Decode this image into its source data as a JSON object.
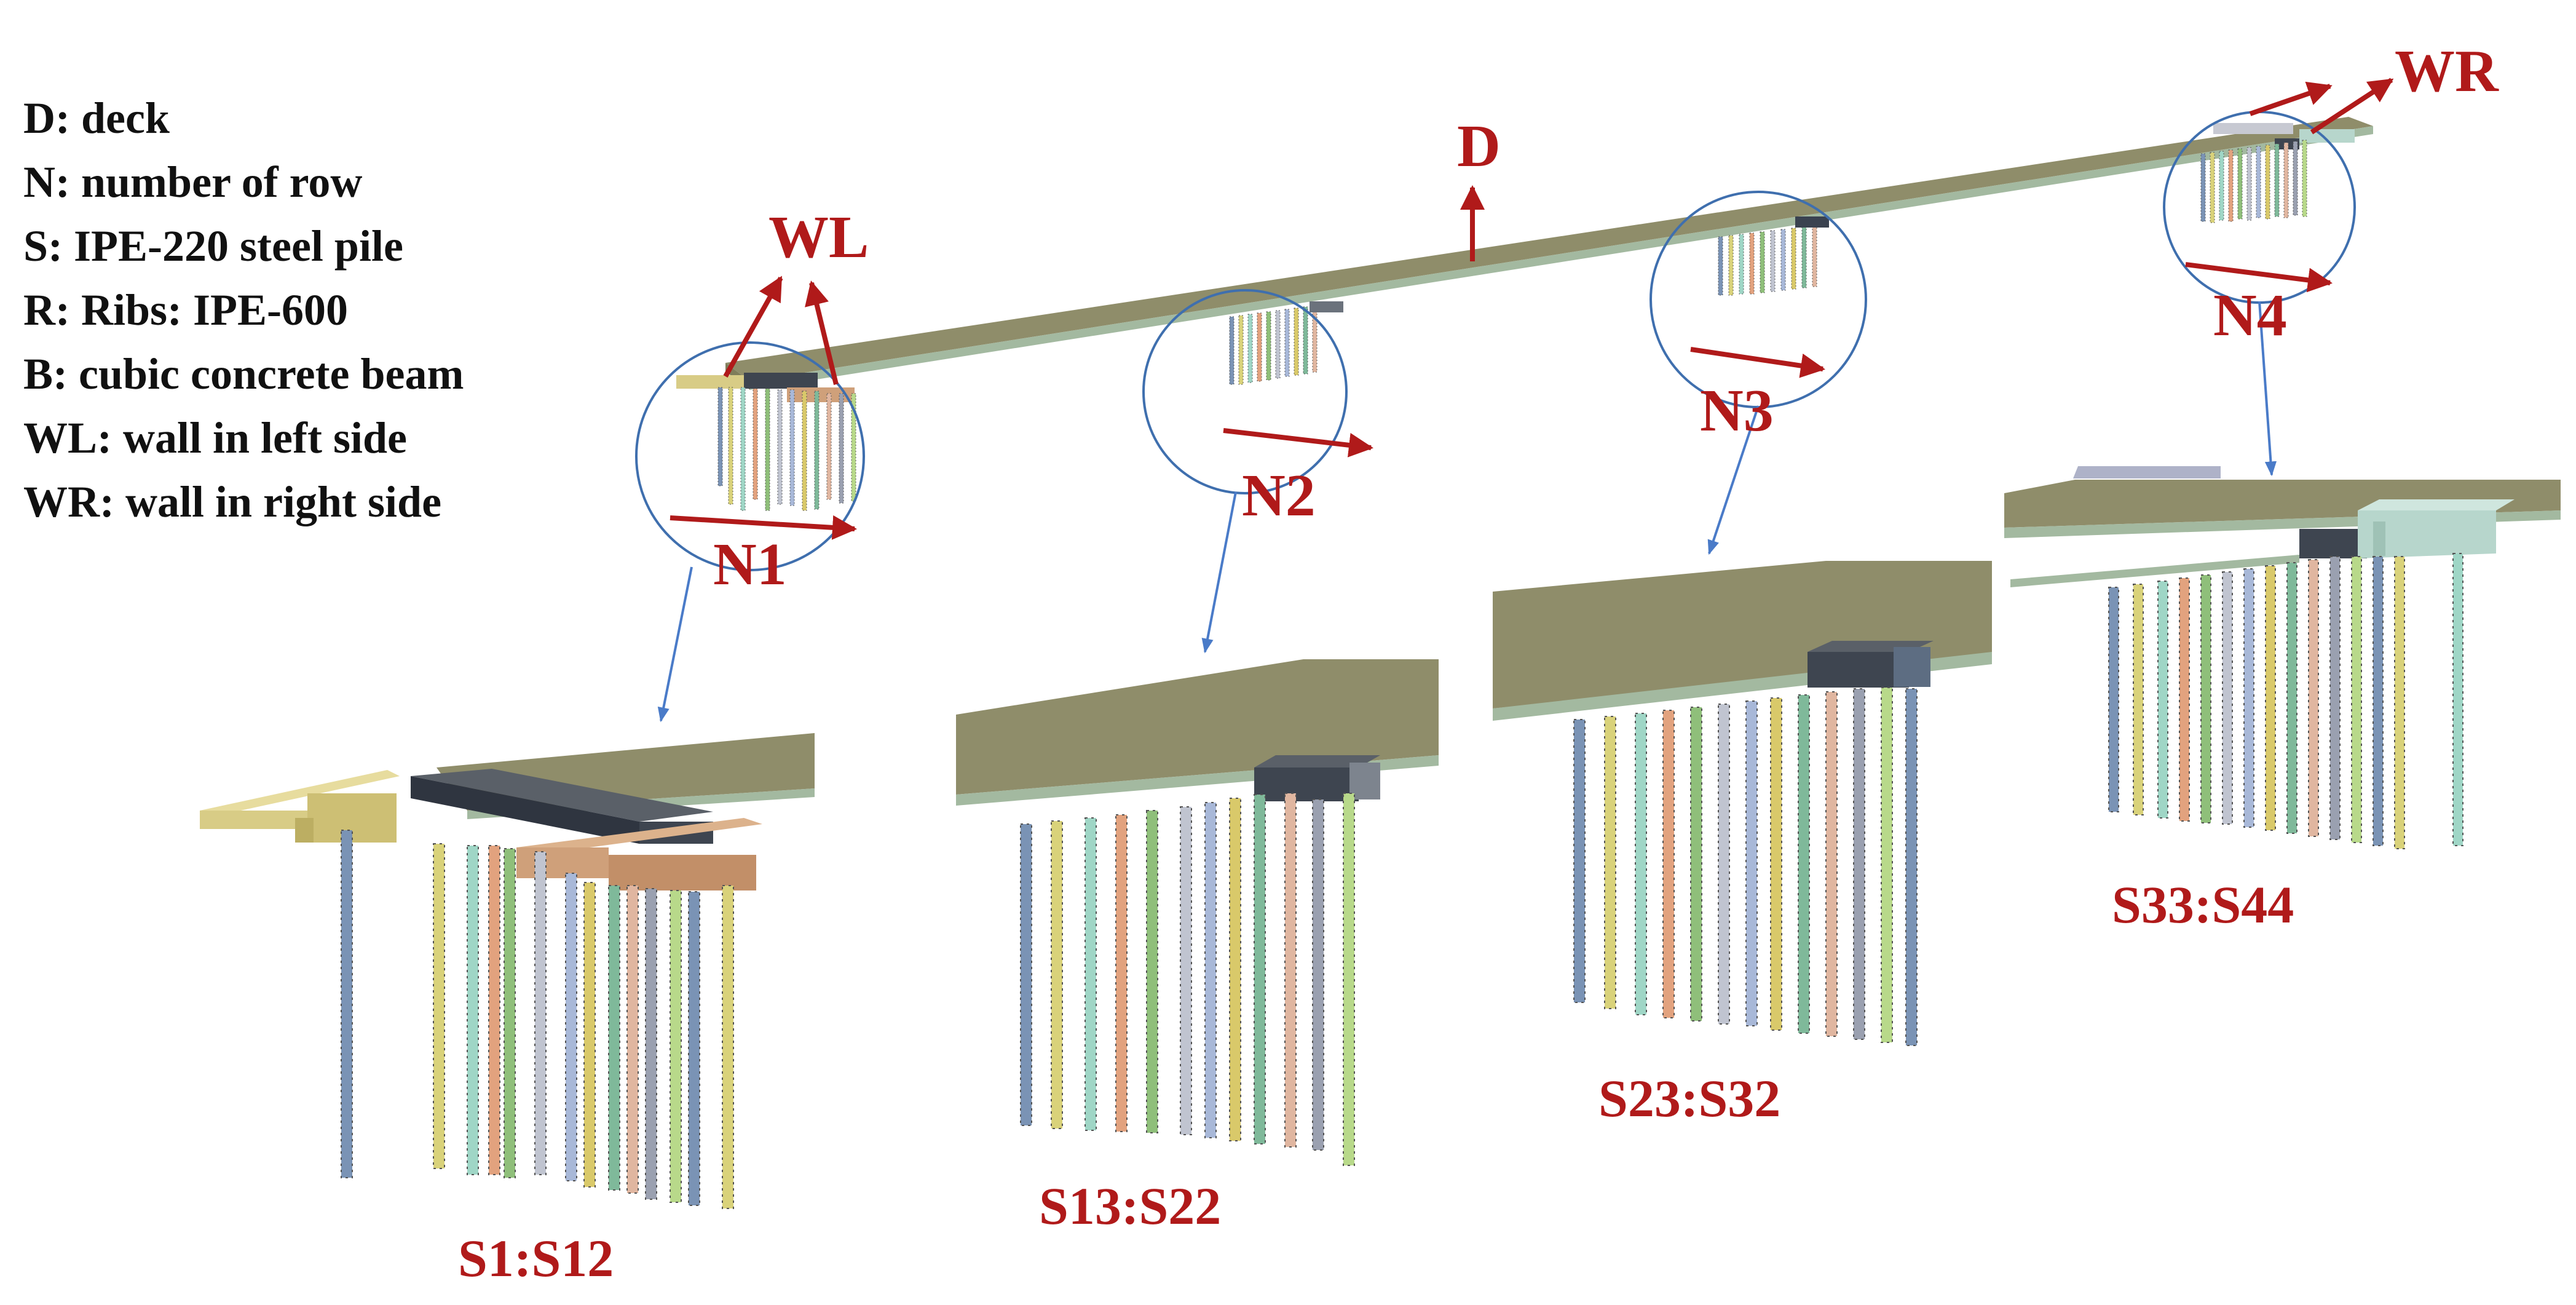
{
  "legend": [
    {
      "text": "D: deck"
    },
    {
      "text": "N: number of row"
    },
    {
      "text": "S: IPE-220 steel pile"
    },
    {
      "text": "R: Ribs: IPE-600"
    },
    {
      "text": "B: cubic concrete beam"
    },
    {
      "text": "WL: wall in left side"
    },
    {
      "text": "WR: wall in right side"
    }
  ],
  "labels": {
    "deck": "D",
    "wall_left": "WL",
    "wall_right": "WR",
    "row1": "N1",
    "row2": "N2",
    "row3": "N3",
    "row4": "N4"
  },
  "groups": [
    {
      "label": "S1:S12"
    },
    {
      "label": "S13:S22"
    },
    {
      "label": "S23:S32"
    },
    {
      "label": "S33:S44"
    }
  ],
  "colors": {
    "annotation": "#b01a1a",
    "deck_top": "#8f8d6a",
    "deck_edge": "#a3b9a0",
    "leader_line": "#4a7bc8",
    "circle": "#3f6fae",
    "beam": "#5a6068",
    "wall_left": "#d8cc86",
    "wall_right": "#cfa07a"
  }
}
